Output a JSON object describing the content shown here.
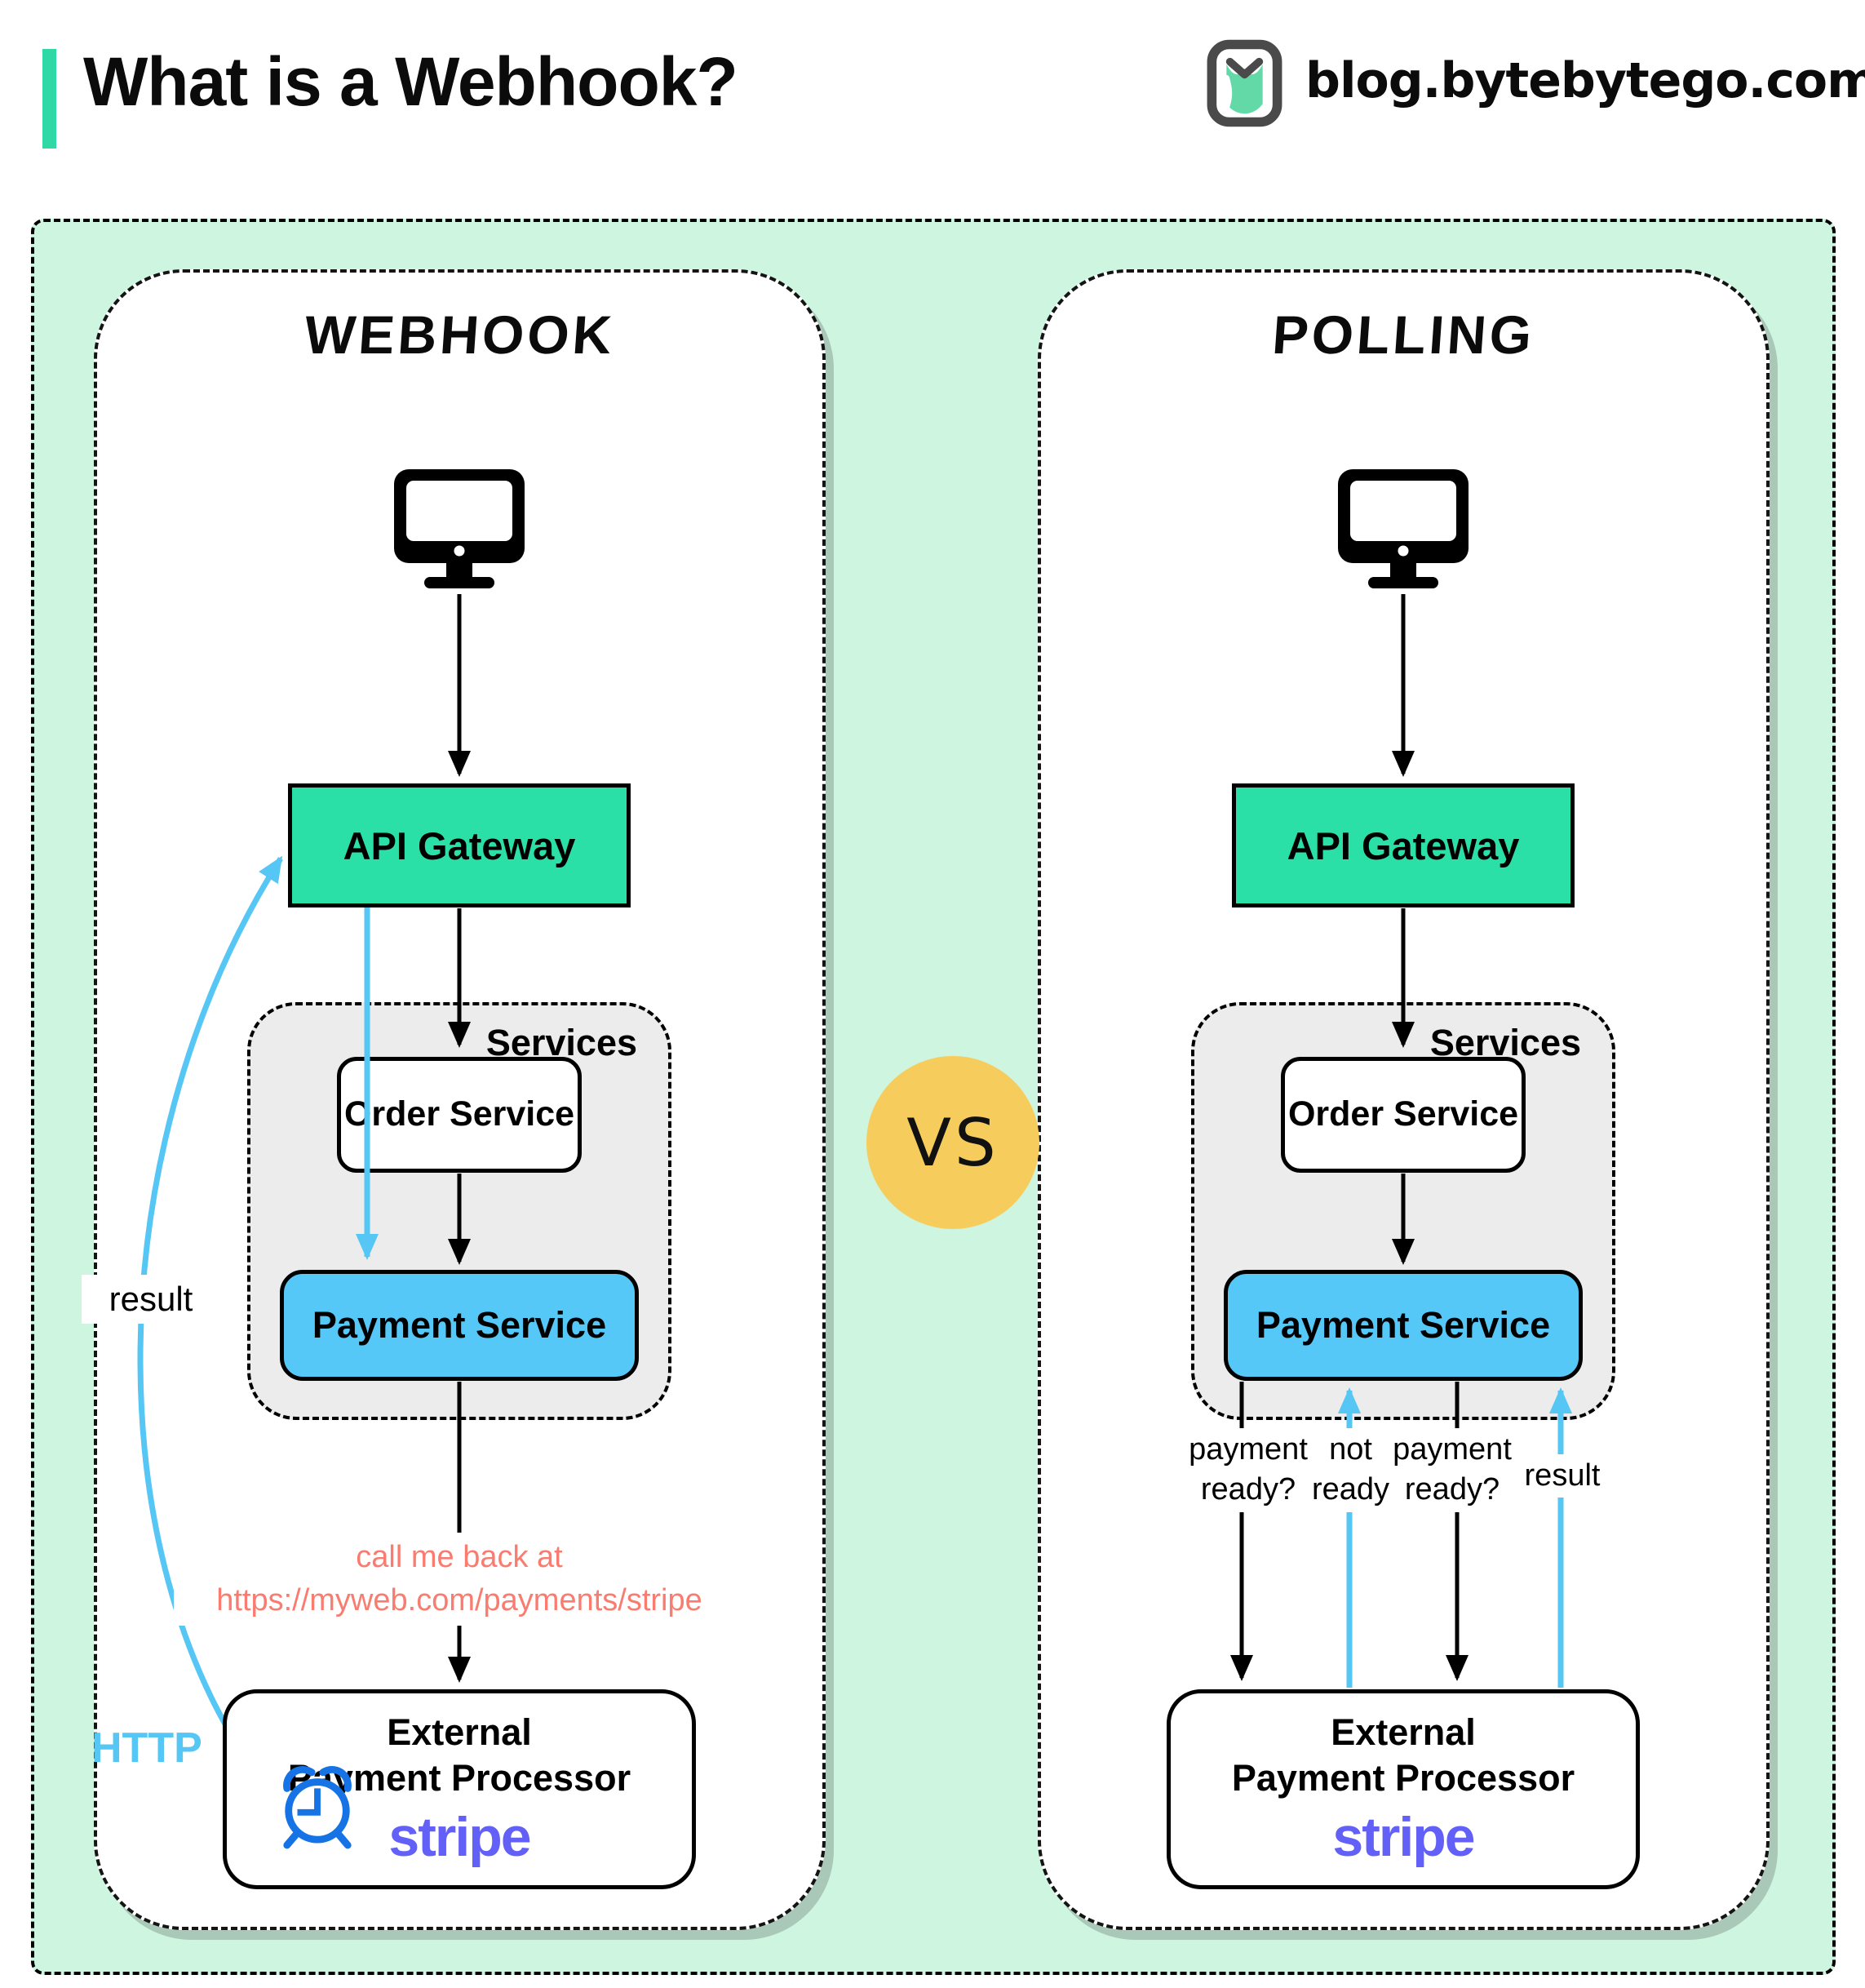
{
  "header": {
    "title": "What is a Webhook?",
    "site": "blog.bytebytego.com"
  },
  "vs_label": "VS",
  "colors": {
    "mint_bg": "#CDF5E0",
    "accent_teal": "#2ED9A5",
    "gateway_green": "#2BE0A7",
    "payment_blue": "#55C8F7",
    "services_gray": "#ECECEC",
    "arrow_blue": "#56C6F4",
    "note_red": "#F97C70",
    "stripe_purple": "#6360F8",
    "clock_blue": "#1673E6",
    "vs_yellow": "#F6CD5D"
  },
  "webhook": {
    "title": "Webhook",
    "client_icon": "desktop-monitor-icon",
    "api_gateway_label": "API Gateway",
    "services_label": "Services",
    "order_service_label": "Order Service",
    "payment_service_label": "Payment Service",
    "callback_note_line1": "call me back at",
    "callback_note_line2": "https://myweb.com/payments/stripe",
    "external_processor_line1": "External",
    "external_processor_line2": "Payment Processor",
    "stripe_label": "stripe",
    "result_label": "result",
    "http_label": "HTTP",
    "timer_icon": "alarm-clock-icon"
  },
  "polling": {
    "title": "Polling",
    "client_icon": "desktop-monitor-icon",
    "api_gateway_label": "API Gateway",
    "services_label": "Services",
    "order_service_label": "Order Service",
    "payment_service_label": "Payment Service",
    "external_processor_line1": "External",
    "external_processor_line2": "Payment Processor",
    "stripe_label": "stripe",
    "arrow_labels": [
      "payment ready?",
      "not ready",
      "payment ready?",
      "result"
    ]
  }
}
